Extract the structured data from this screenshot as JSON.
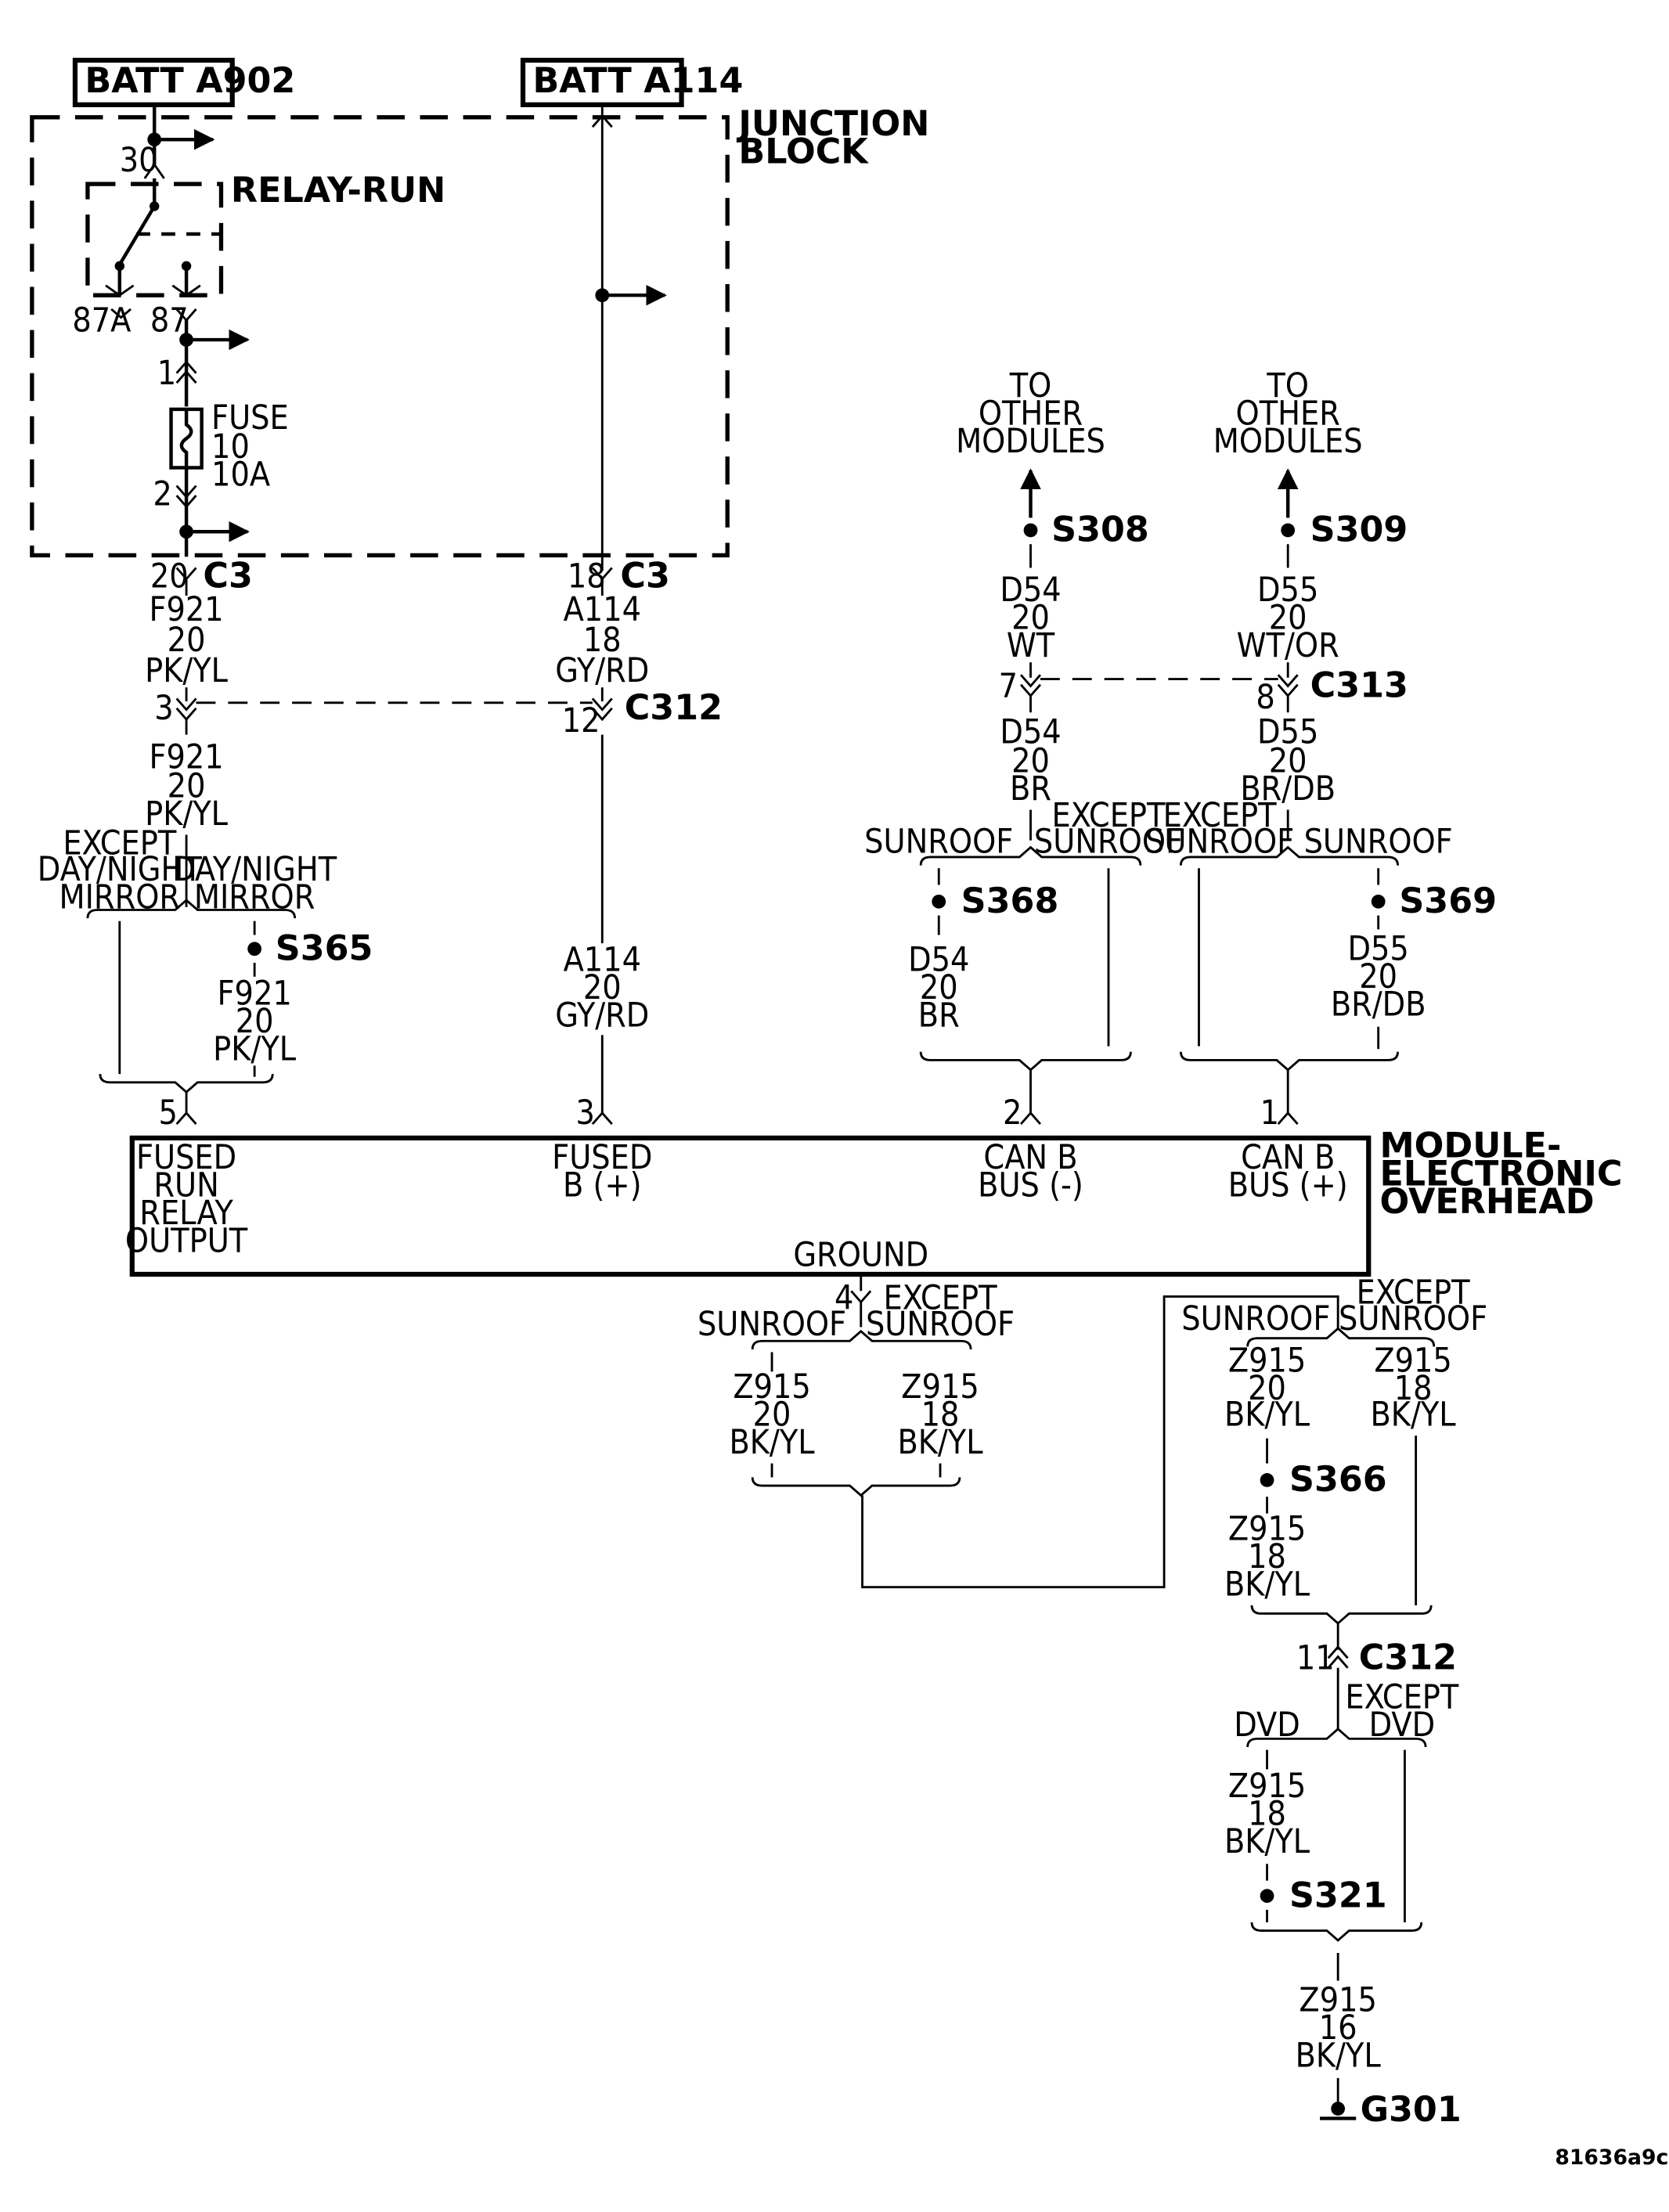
{
  "batt_a902": "BATT A902",
  "batt_a114": "BATT A114",
  "junction_block": [
    "JUNCTION",
    "BLOCK"
  ],
  "relay_run": "RELAY-RUN",
  "relay_pins": {
    "p30": "30",
    "p87a": "87A",
    "p87": "87"
  },
  "fuse": {
    "label": "FUSE",
    "number": "10",
    "rating": "10A",
    "pin1": "1",
    "pin2": "2"
  },
  "c3": {
    "name": "C3",
    "pin_f921": "20",
    "pin_a114": "18"
  },
  "c312_top": {
    "name": "C312",
    "pin_f921": "3",
    "pin_a114": "12"
  },
  "c313": {
    "name": "C313",
    "pin_d54": "7",
    "pin_d55": "8"
  },
  "c312_bottom": {
    "name": "C312",
    "pin": "11"
  },
  "wires": {
    "f921_upper": [
      "F921",
      "20",
      "PK/YL"
    ],
    "f921_lower": [
      "F921",
      "20",
      "PK/YL"
    ],
    "f921_mirror": [
      "F921",
      "20",
      "PK/YL"
    ],
    "a114_upper": [
      "A114",
      "18",
      "GY/RD"
    ],
    "a114_lower": [
      "A114",
      "20",
      "GY/RD"
    ],
    "d54_upper": [
      "D54",
      "20",
      "WT"
    ],
    "d54_lower": [
      "D54",
      "20",
      "BR"
    ],
    "d54_sunroof": [
      "D54",
      "20",
      "BR"
    ],
    "d55_upper": [
      "D55",
      "20",
      "WT/OR"
    ],
    "d55_lower": [
      "D55",
      "20",
      "BR/DB"
    ],
    "d55_sunroof": [
      "D55",
      "20",
      "BR/DB"
    ],
    "z915_left_sunroof": [
      "Z915",
      "20",
      "BK/YL"
    ],
    "z915_left_except": [
      "Z915",
      "18",
      "BK/YL"
    ],
    "z915_right_sunroof": [
      "Z915",
      "20",
      "BK/YL"
    ],
    "z915_right_except": [
      "Z915",
      "18",
      "BK/YL"
    ],
    "z915_after_s366": [
      "Z915",
      "18",
      "BK/YL"
    ],
    "z915_dvd": [
      "Z915",
      "18",
      "BK/YL"
    ],
    "z915_final": [
      "Z915",
      "16",
      "BK/YL"
    ]
  },
  "splices": {
    "s308": "S308",
    "s309": "S309",
    "s365": "S365",
    "s368": "S368",
    "s369": "S369",
    "s366": "S366",
    "s321": "S321"
  },
  "to_other_modules": [
    "TO",
    "OTHER",
    "MODULES"
  ],
  "options": {
    "except": "EXCEPT",
    "day_night_mirror": [
      "DAY/NIGHT",
      "MIRROR"
    ],
    "sunroof": "SUNROOF",
    "dvd": "DVD"
  },
  "module": {
    "title": [
      "MODULE-",
      "ELECTRONIC",
      "OVERHEAD"
    ],
    "pins": {
      "fused_run": "5",
      "fused_b": "3",
      "can_minus": "2",
      "can_plus": "1",
      "ground": "4"
    },
    "fused_run_relay_output": [
      "FUSED",
      "RUN",
      "RELAY",
      "OUTPUT"
    ],
    "fused_b_plus": [
      "FUSED",
      "B (+)"
    ],
    "can_b_minus": [
      "CAN B",
      "BUS (-)"
    ],
    "can_b_plus": [
      "CAN B",
      "BUS (+)"
    ],
    "ground": "GROUND"
  },
  "ground": "G301",
  "diagram_code": "81636a9c"
}
